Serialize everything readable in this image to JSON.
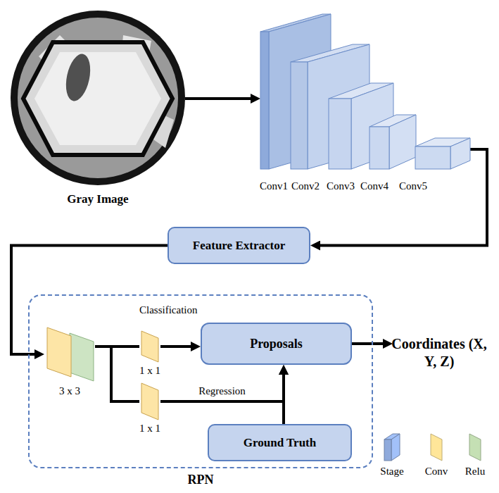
{
  "diagram": {
    "nodes": [
      {
        "text": [
          "Gray Image"
        ]
      },
      {
        "text": [
          "Conv1"
        ]
      },
      {
        "text": [
          "Conv2"
        ]
      },
      {
        "text": [
          "Conv3"
        ]
      },
      {
        "text": [
          "Conv4"
        ]
      },
      {
        "text": [
          "Conv5"
        ]
      },
      {
        "text": [
          "Feature Extractor"
        ]
      },
      {
        "text": [
          "RPN"
        ]
      },
      {
        "text": [
          "3 x 3"
        ],
        "in": 7
      },
      {
        "text": [
          "1 x 1"
        ],
        "in": 7
      },
      {
        "text": [
          "1 x 1"
        ],
        "in": 7
      },
      {
        "text": [
          "Proposals"
        ],
        "in": 7
      },
      {
        "text": [
          "Ground Truth"
        ],
        "in": 7
      }
    ],
    "edges": [
      {
        "from": 0,
        "to": 1,
        "arrow": "to"
      },
      {
        "from": 5,
        "to": 6,
        "arrow": "to"
      },
      {
        "from": 6,
        "to": 8,
        "arrow": "to"
      },
      {
        "from": 8,
        "to": 9,
        "arrow": "none"
      },
      {
        "from": 8,
        "to": 10,
        "arrow": "none"
      },
      {
        "from": 9,
        "to": 11,
        "arrow": "to"
      },
      {
        "from": 10,
        "to": 11,
        "label": "Regression",
        "arrow": "to"
      },
      {
        "from": 12,
        "to": 11,
        "arrow": "to"
      }
    ],
    "labels": [
      "Classification",
      "Coordinates (X, Y, Z)"
    ],
    "legend": [
      {
        "text": "Stage",
        "color": "#8faadc"
      },
      {
        "text": "Conv",
        "color": "#ffe699"
      },
      {
        "text": "Relu",
        "color": "#c5e0b4"
      }
    ]
  }
}
